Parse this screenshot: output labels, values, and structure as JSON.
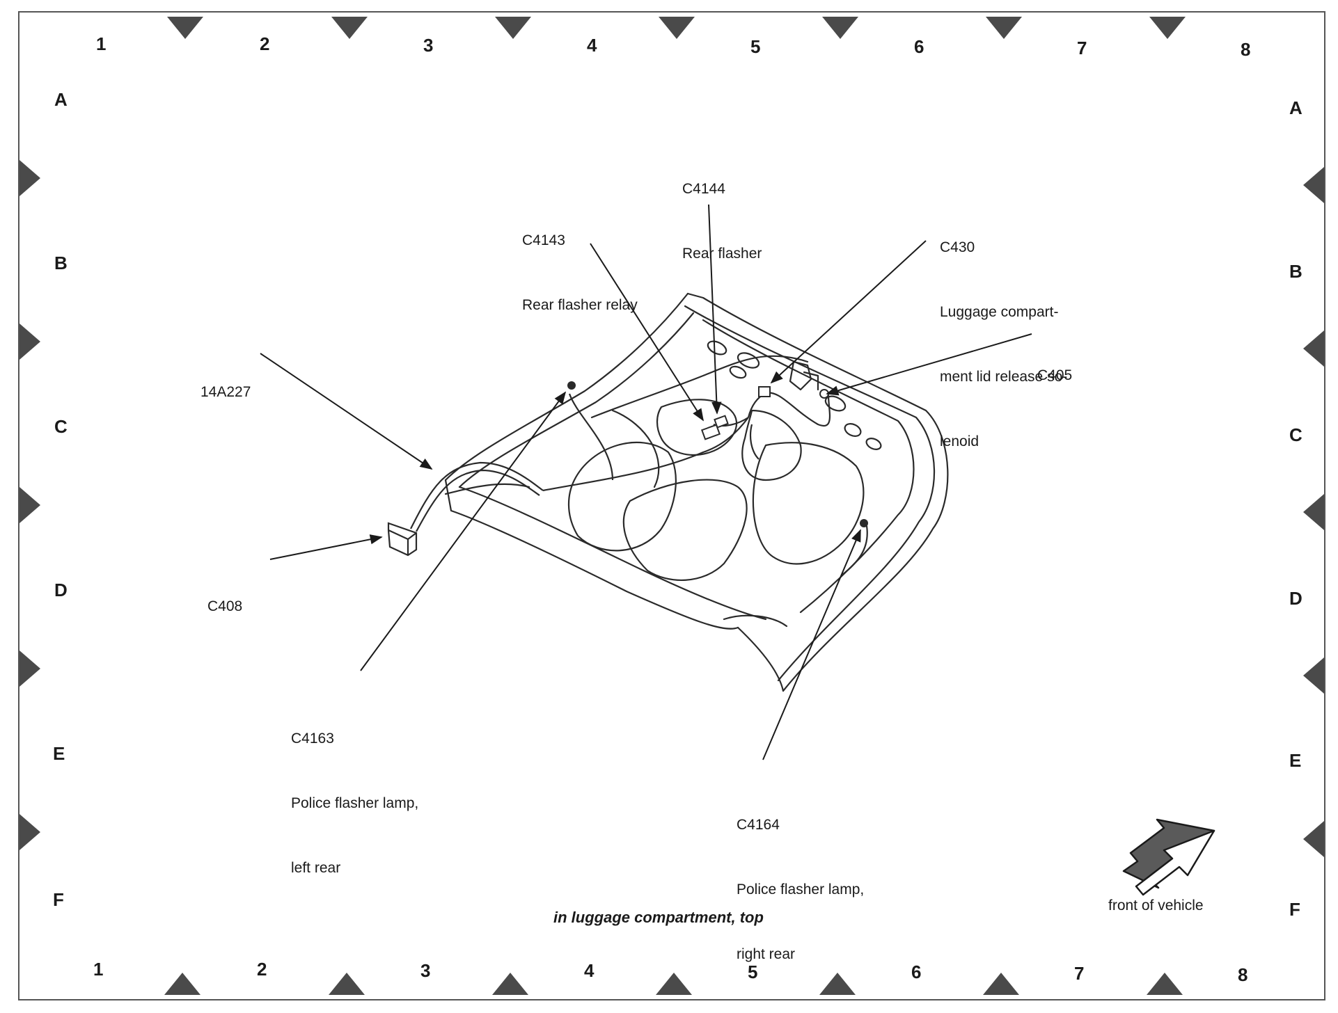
{
  "grid": {
    "columns": [
      "1",
      "2",
      "3",
      "4",
      "5",
      "6",
      "7",
      "8"
    ],
    "rows": [
      "A",
      "B",
      "C",
      "D",
      "E",
      "F"
    ]
  },
  "callouts": {
    "c4144": {
      "id": "C4144",
      "desc": "Rear flasher"
    },
    "c4143": {
      "id": "C4143",
      "desc": "Rear flasher relay"
    },
    "c430": {
      "id": "C430",
      "desc_lines": [
        "Luggage compart-",
        "ment lid release so-",
        "lenoid"
      ]
    },
    "c405": {
      "id": "C405"
    },
    "l14a227": {
      "id": "14A227"
    },
    "c408": {
      "id": "C408"
    },
    "c4163": {
      "id": "C4163",
      "desc_lines": [
        "Police flasher lamp,",
        "left rear"
      ]
    },
    "c4164": {
      "id": "C4164",
      "desc_lines": [
        "Police flasher lamp,",
        "right rear"
      ]
    }
  },
  "caption": "in luggage compartment, top",
  "orientation": {
    "label": "front of vehicle",
    "icon": "arrow-icon"
  },
  "colors": {
    "line": "#1a1a1a",
    "marker": "#4a4a4a",
    "arrow_fill": "#5a5a5a"
  }
}
